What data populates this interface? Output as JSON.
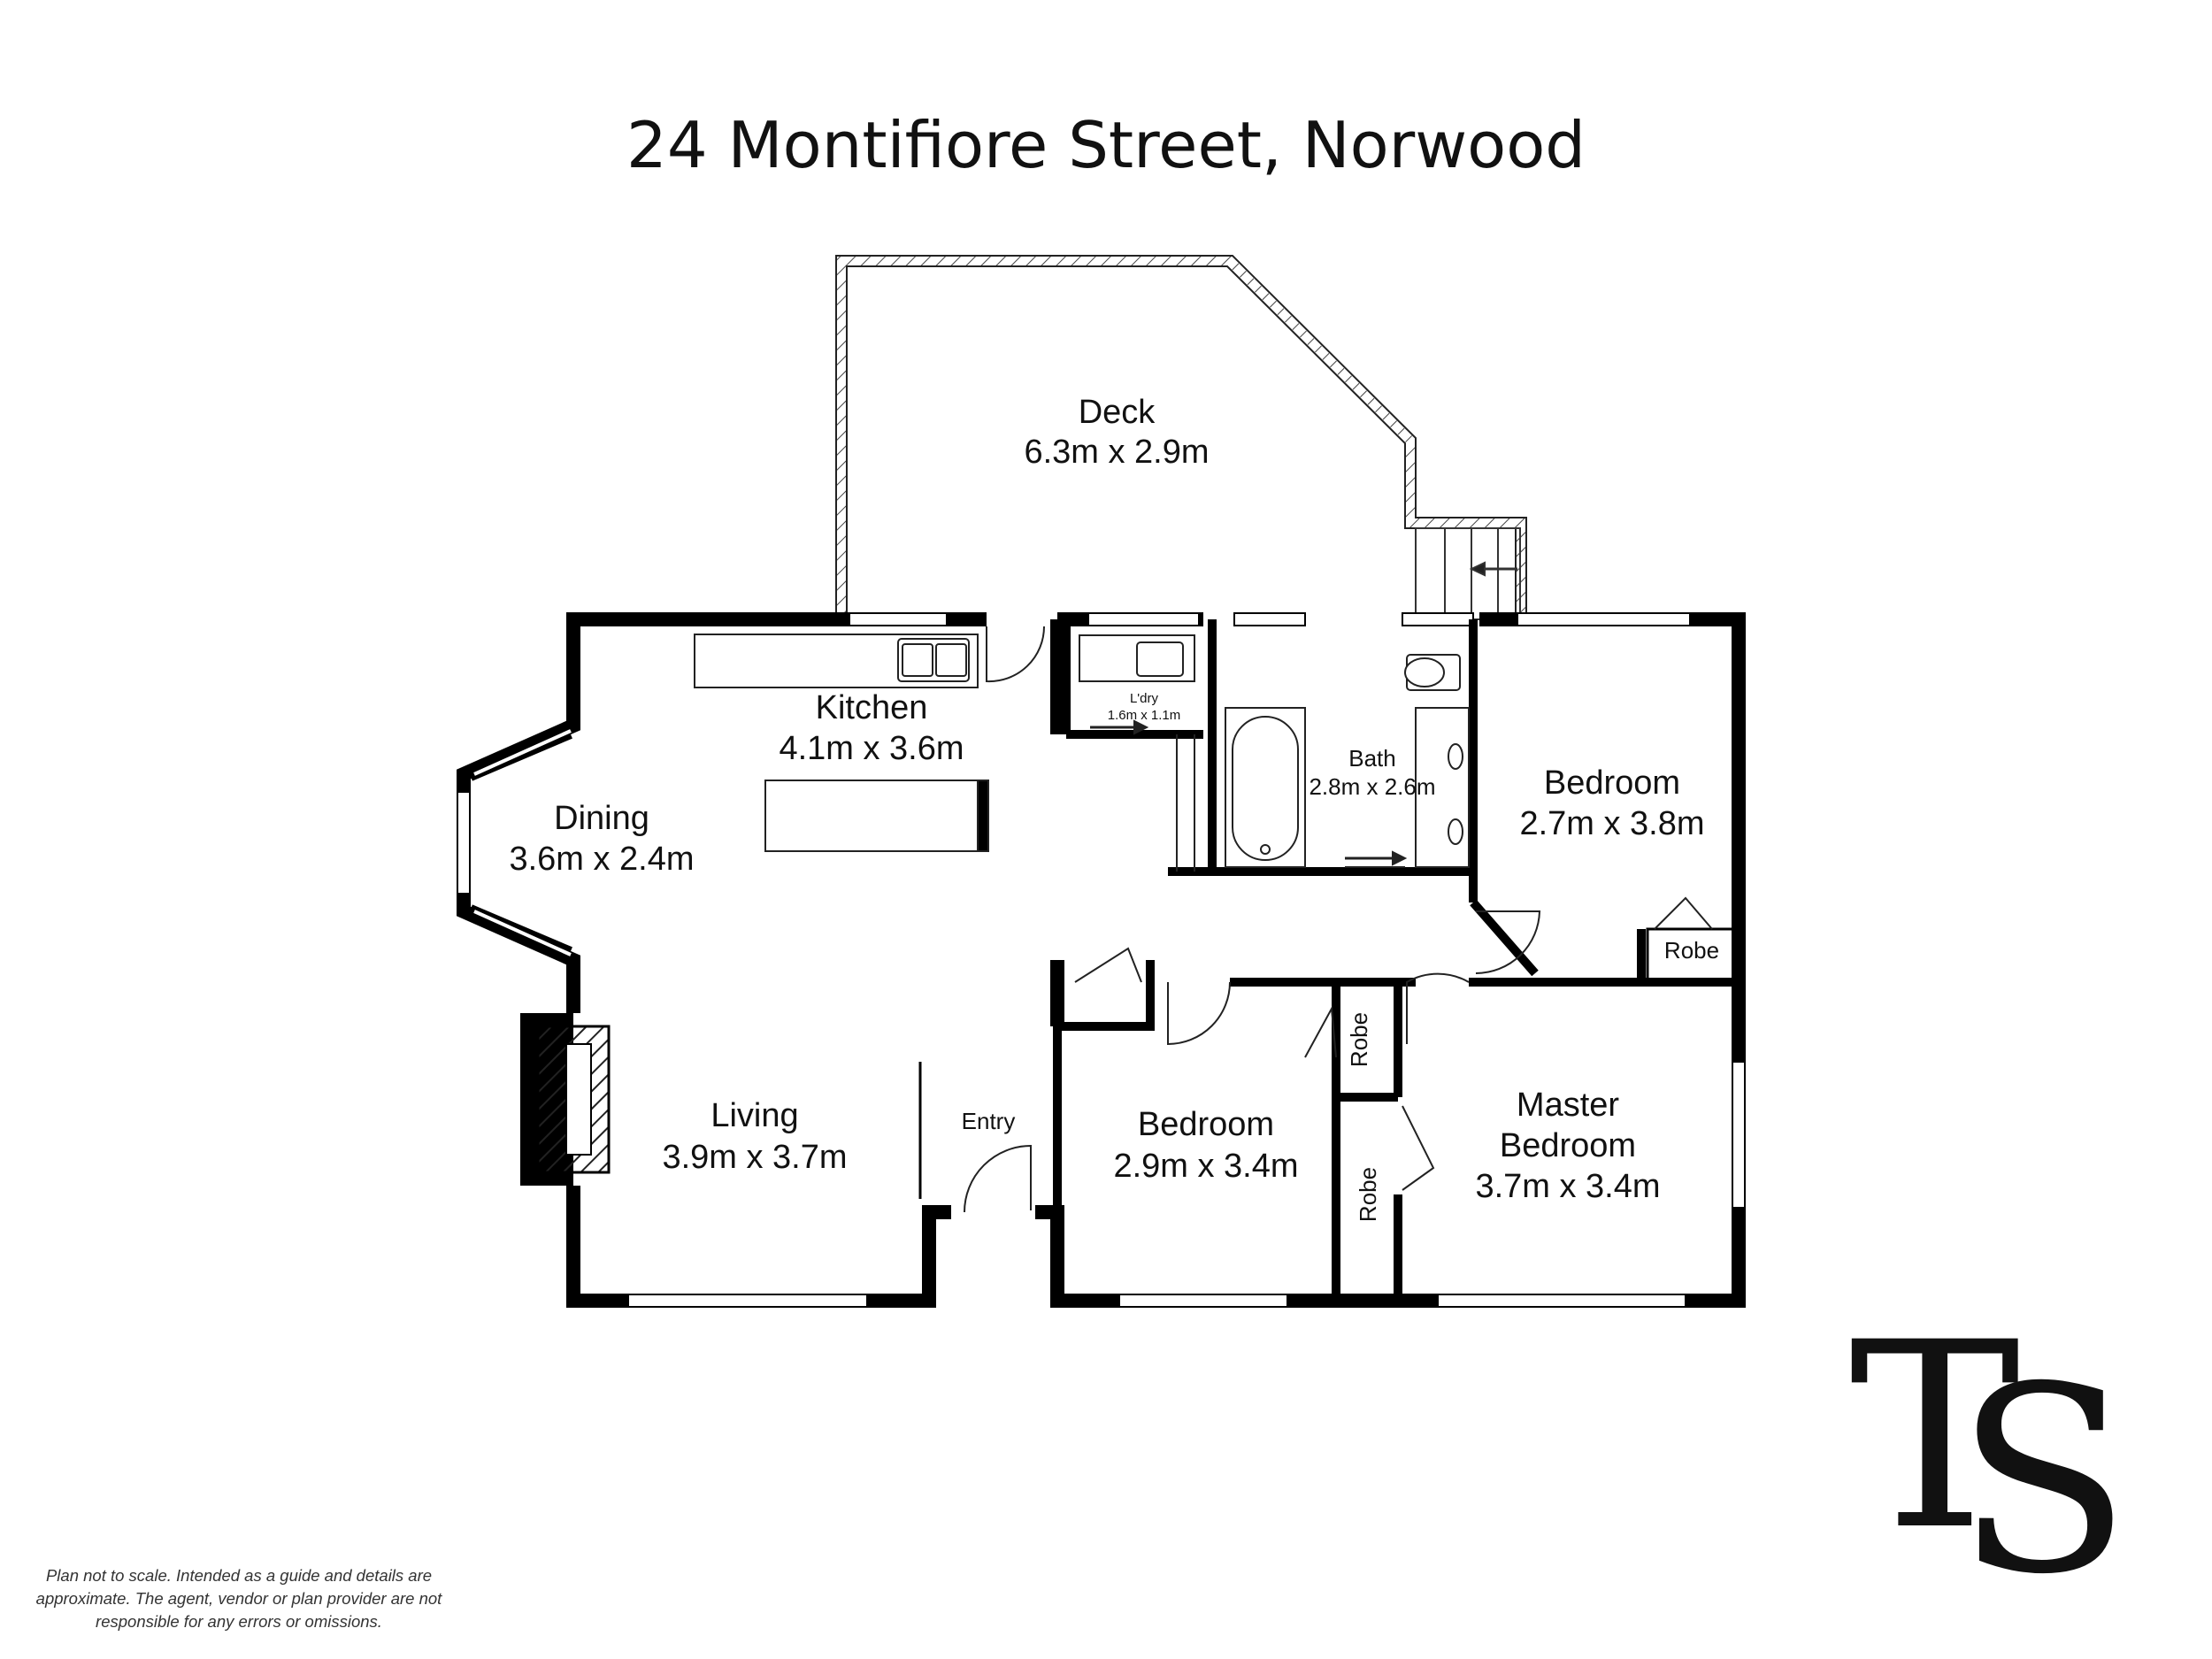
{
  "title": "24 Montifiore Street, Norwood",
  "rooms": {
    "deck": {
      "name": "Deck",
      "size": "6.3m x 2.9m"
    },
    "kitchen": {
      "name": "Kitchen",
      "size": "4.1m x 3.6m"
    },
    "dining": {
      "name": "Dining",
      "size": "3.6m x 2.4m"
    },
    "living": {
      "name": "Living",
      "size": "3.9m x 3.7m"
    },
    "entry": {
      "name": "Entry"
    },
    "laundry": {
      "name": "L'dry",
      "size": "1.6m x 1.1m"
    },
    "bath": {
      "name": "Bath",
      "size": "2.8m x 2.6m"
    },
    "bedroom_east": {
      "name": "Bedroom",
      "size": "2.7m x 3.8m"
    },
    "bedroom_mid": {
      "name": "Bedroom",
      "size": "2.9m x 3.4m"
    },
    "master": {
      "name_line1": "Master",
      "name_line2": "Bedroom",
      "size": "3.7m x 3.4m"
    },
    "robe_east": {
      "name": "Robe"
    },
    "robe_small": {
      "name": "Robe"
    },
    "robe_master": {
      "name": "Robe"
    }
  },
  "disclaimer": "Plan not to scale. Intended as a guide and details are approximate. The agent, vendor or plan provider are not responsible for any errors or omissions.",
  "logo": {
    "letter1": "T",
    "letter2": "S"
  },
  "colors": {
    "wall": "#000000",
    "line": "#333333",
    "background": "#ffffff"
  }
}
